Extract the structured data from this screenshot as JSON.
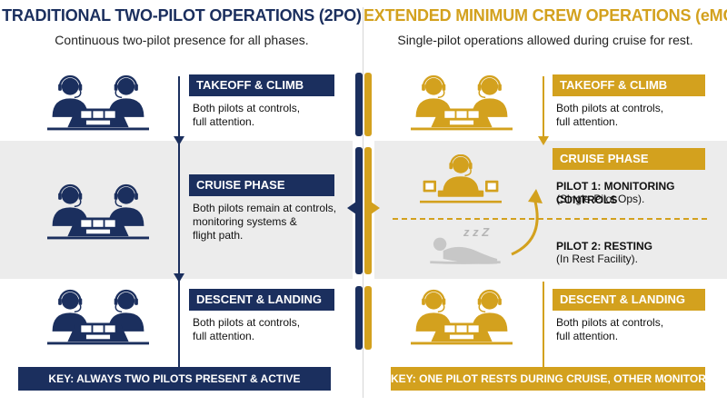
{
  "colors": {
    "navy": "#1b2f5e",
    "gold": "#d3a11e",
    "band": "#ececec",
    "resting": "#c7c7c7"
  },
  "left": {
    "title": "TRADITIONAL TWO-PILOT OPERATIONS (2PO)",
    "subtitle": "Continuous two-pilot presence for all phases.",
    "phases": [
      {
        "label": "TAKEOFF & CLIMB",
        "description": "Both pilots at controls,\nfull attention."
      },
      {
        "label": "CRUISE PHASE",
        "description": "Both pilots remain at controls,\nmonitoring systems &\nflight path."
      },
      {
        "label": "DESCENT & LANDING",
        "description": "Both pilots at controls,\nfull attention."
      }
    ],
    "key": "KEY: ALWAYS TWO PILOTS PRESENT & ACTIVE"
  },
  "right": {
    "title": "EXTENDED MINIMUM CREW OPERATIONS (eMCO)",
    "subtitle": "Single-pilot operations allowed during cruise for rest.",
    "phases": [
      {
        "label": "TAKEOFF & CLIMB",
        "description": "Both pilots at controls,\nfull attention."
      },
      {
        "label": "CRUISE PHASE",
        "pilot1": "PILOT 1: MONITORING CONTROLS",
        "pilot1_note": "(Single-Pilot Ops).",
        "pilot2": "PILOT 2: RESTING",
        "pilot2_note": "(In Rest Facility)."
      },
      {
        "label": "DESCENT & LANDING",
        "description": "Both pilots at controls,\nfull attention."
      }
    ],
    "sleep_glyph": "z z Z",
    "key": "KEY: ONE PILOT RESTS DURING CRUISE, OTHER MONITORS"
  },
  "icons": {
    "two_pilots": "two-pilots-cockpit-icon",
    "single_pilot": "single-pilot-cockpit-icon",
    "resting_pilot": "resting-pilot-icon",
    "rotation_arrow": "curved-arrow-icon"
  }
}
